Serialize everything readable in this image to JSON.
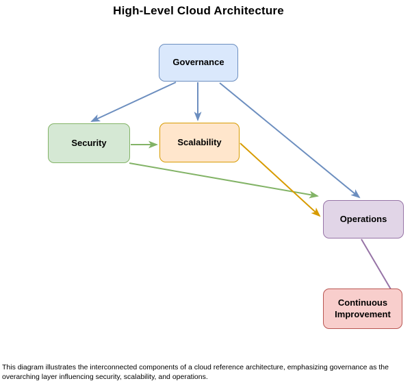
{
  "title": "High-Level Cloud Architecture",
  "caption": "This diagram illustrates the interconnected components of a cloud reference architecture, emphasizing governance as the\noverarching layer influencing security, scalability, and operations.",
  "nodes": [
    {
      "id": "governance",
      "label": "Governance",
      "fill": "#dae8fc",
      "stroke": "#6c8ebf"
    },
    {
      "id": "security",
      "label": "Security",
      "fill": "#d5e8d4",
      "stroke": "#82b366"
    },
    {
      "id": "scalability",
      "label": "Scalability",
      "fill": "#ffe6cc",
      "stroke": "#d79b00"
    },
    {
      "id": "operations",
      "label": "Operations",
      "fill": "#e1d5e7",
      "stroke": "#9673a6"
    },
    {
      "id": "continuous-improvement",
      "label": "Continuous Improvement",
      "fill": "#f8cecc",
      "stroke": "#b85450"
    }
  ],
  "edges": [
    {
      "from": "governance",
      "to": "security",
      "color": "#6c8ebf"
    },
    {
      "from": "governance",
      "to": "scalability",
      "color": "#6c8ebf"
    },
    {
      "from": "governance",
      "to": "operations",
      "color": "#6c8ebf"
    },
    {
      "from": "security",
      "to": "scalability",
      "color": "#82b366"
    },
    {
      "from": "security",
      "to": "operations",
      "color": "#82b366"
    },
    {
      "from": "scalability",
      "to": "operations",
      "color": "#d79b00"
    },
    {
      "from": "operations",
      "to": "continuous-improvement",
      "color": "#9673a6"
    }
  ]
}
